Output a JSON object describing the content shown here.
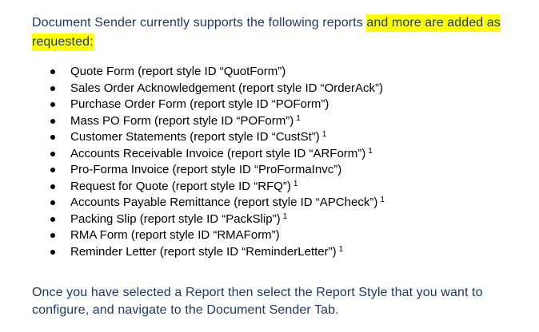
{
  "intro": {
    "text_plain": "Document Sender currently supports the following reports ",
    "text_highlighted_1": "and more are added as",
    "text_highlighted_2": "requested:"
  },
  "reports": [
    {
      "text": "Quote Form (report style ID “QuotForm”)",
      "footnote": ""
    },
    {
      "text": "Sales Order Acknowledgement (report style ID “OrderAck”)",
      "footnote": ""
    },
    {
      "text": "Purchase Order Form (report style ID “POForm”)",
      "footnote": ""
    },
    {
      "text": "Mass PO Form (report style ID “POForm”)",
      "footnote": "1"
    },
    {
      "text": "Customer Statements (report style ID “CustSt”)",
      "footnote": "1"
    },
    {
      "text": "Accounts Receivable Invoice (report style ID “ARForm”)",
      "footnote": "1"
    },
    {
      "text": "Pro-Forma Invoice (report style ID “ProFormaInvc”)",
      "footnote": ""
    },
    {
      "text": "Request for Quote (report style ID “RFQ”)",
      "footnote": "1"
    },
    {
      "text": "Accounts Payable Remittance (report style ID “APCheck”)",
      "footnote": "1"
    },
    {
      "text": "Packing Slip (report style ID “PackSlip”)",
      "footnote": "1"
    },
    {
      "text": "RMA Form (report style ID “RMAForm”)",
      "footnote": ""
    },
    {
      "text": "Reminder Letter (report style ID “ReminderLetter”)",
      "footnote": "1"
    }
  ],
  "outro": {
    "text": "Once you have selected a Report then select the Report Style that you want to configure, and navigate to the Document Sender Tab."
  },
  "colors": {
    "heading_text": "#1f3864",
    "highlight": "#ffff00",
    "body_text": "#000000"
  }
}
